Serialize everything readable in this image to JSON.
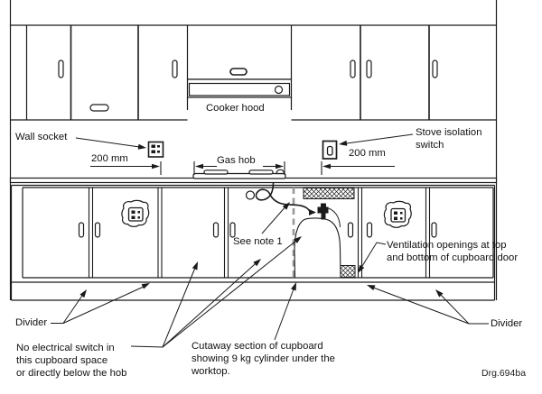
{
  "drawing": {
    "number": "Drg.694ba",
    "colors": {
      "line": "#1a1a1a",
      "dashed_divider": "#999999",
      "background": "#ffffff"
    },
    "labels": {
      "wall_socket": "Wall socket",
      "stove_isolation_1": "Stove isolation",
      "stove_isolation_2": "switch",
      "clearance_left": "200 mm",
      "clearance_right": "200 mm",
      "gas_hob": "Gas hob",
      "cooker_hood": "Cooker hood",
      "see_note": "See note 1",
      "ventilation_1": "Ventilation openings at top",
      "ventilation_2": "and bottom of cupboard door",
      "divider_left": "Divider",
      "divider_right": "Divider",
      "no_switch_1": "No electrical switch in",
      "no_switch_2": "this cupboard space",
      "no_switch_3": "or directly below the hob",
      "cutaway_1": "Cutaway section of cupboard",
      "cutaway_2": "showing 9 kg cylinder under the",
      "cutaway_3": "worktop."
    }
  }
}
